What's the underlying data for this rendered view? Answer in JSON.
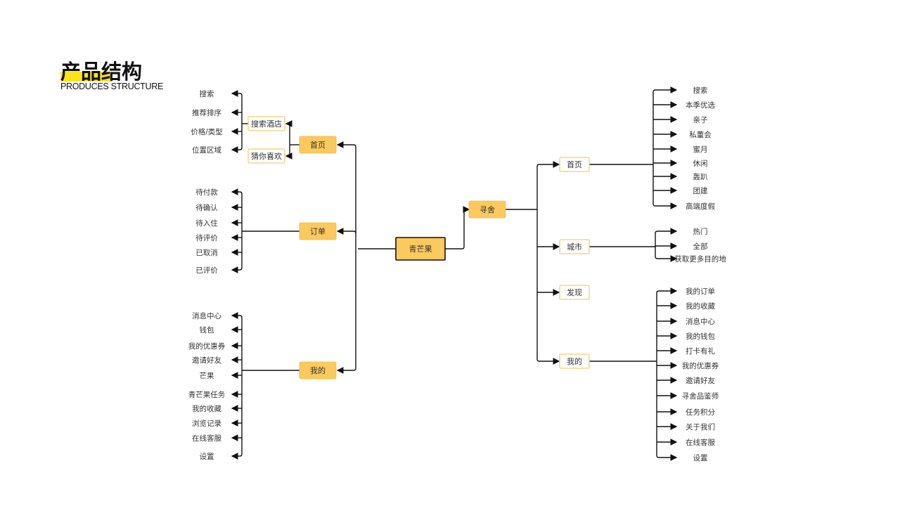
{
  "title": {
    "zh": "产品结构",
    "en": "PRODUCES STRUCTURE"
  },
  "colors": {
    "node_fill": "#fbc95d",
    "node_stroke": "#f5b93c",
    "outline_stroke": "#f3cd72",
    "line": "#111111",
    "highlight": "#fbe31c"
  },
  "root": {
    "label": "青芒果"
  },
  "left": {
    "home": {
      "label": "首页",
      "subs": [
        {
          "label": "搜索酒店",
          "items": [
            "搜索",
            "推荐排序",
            "价格/类型",
            "位置区域"
          ]
        },
        {
          "label": "猜你喜欢",
          "items": []
        }
      ]
    },
    "orders": {
      "label": "订单",
      "items": [
        "待付款",
        "待确认",
        "待入住",
        "待评价",
        "已取消",
        "已评价"
      ]
    },
    "mine": {
      "label": "我的",
      "items": [
        "消息中心",
        "钱包",
        "我的优惠券",
        "邀请好友",
        "芒果",
        "青芒果任务",
        "我的收藏",
        "浏览记录",
        "在线客服",
        "设置"
      ]
    }
  },
  "right": {
    "label": "寻舍",
    "branches": [
      {
        "label": "首页",
        "items": [
          "搜索",
          "本季优选",
          "亲子",
          "私董会",
          "蜜月",
          "休闲",
          "轰趴",
          "团建",
          "高端度假"
        ]
      },
      {
        "label": "城市",
        "items": [
          "热门",
          "全部",
          "获取更多目的地"
        ]
      },
      {
        "label": "发现",
        "items": []
      },
      {
        "label": "我的",
        "items": [
          "我的订单",
          "我的收藏",
          "消息中心",
          "我的钱包",
          "打卡有礼",
          "我的优惠券",
          "邀请好友",
          "寻舍品鉴师",
          "任务积分",
          "关于我们",
          "在线客服",
          "设置"
        ]
      }
    ]
  }
}
